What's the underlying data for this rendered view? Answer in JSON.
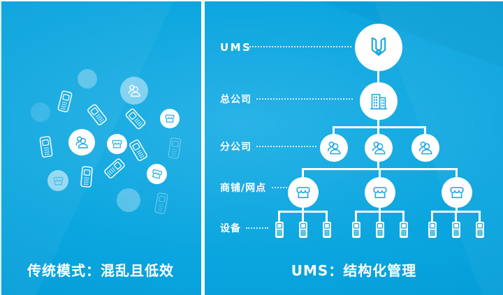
{
  "colors": {
    "accent": "#1aa7dc",
    "panel_blue": "#0aa5de",
    "deep_blue": "#0096d4",
    "white": "#ffffff"
  },
  "left_panel": {
    "caption": "传统模式：混乱且低效",
    "scatter_icon_types": [
      "phone-icon",
      "people-icon",
      "shop-icon"
    ]
  },
  "right_panel": {
    "caption": "UMS：结构化管理",
    "levels": [
      {
        "label": "UMS",
        "icon": "ums-logo-icon",
        "node_count": 1
      },
      {
        "label": "总公司",
        "icon": "building-icon",
        "node_count": 1
      },
      {
        "label": "分公司",
        "icon": "people-icon",
        "node_count": 3
      },
      {
        "label": "商铺/网点",
        "icon": "shop-icon",
        "node_count": 3
      },
      {
        "label": "设备",
        "icon": "phone-icon",
        "node_count": 9
      }
    ]
  }
}
